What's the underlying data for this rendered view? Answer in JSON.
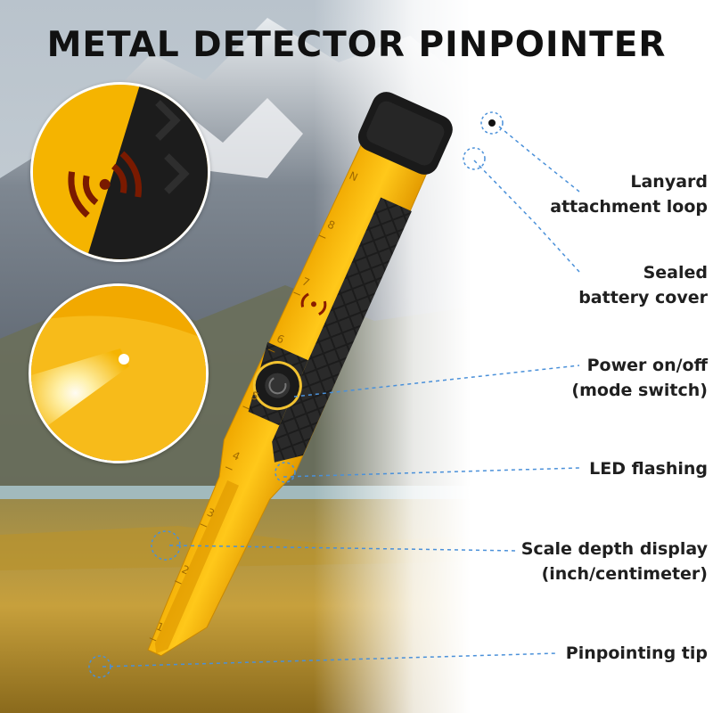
{
  "title": "METAL DETECTOR PINPOINTER",
  "callouts": [
    {
      "line1": "Lanyard",
      "line2": "attachment loop"
    },
    {
      "line1": "Sealed",
      "line2": "battery cover"
    },
    {
      "line1": "Power on/off",
      "line2": "(mode switch)"
    },
    {
      "line1": "LED flashing",
      "line2": ""
    },
    {
      "line1": "Scale depth display",
      "line2": "(inch/centimeter)"
    },
    {
      "line1": "Pinpointing tip",
      "line2": ""
    }
  ],
  "scale_marks": [
    "1",
    "2",
    "3",
    "4",
    "5",
    "6",
    "7",
    "8"
  ],
  "scale_top_mark": "N",
  "colors": {
    "body_yellow": "#f5b400",
    "grip_black": "#1c1c1c",
    "callout_line": "#4a90d9",
    "title_text": "#111111"
  },
  "icons": {
    "sound_waves": "sound-waves-icon",
    "power_button": "power-button-icon",
    "led": "led-light-icon"
  }
}
